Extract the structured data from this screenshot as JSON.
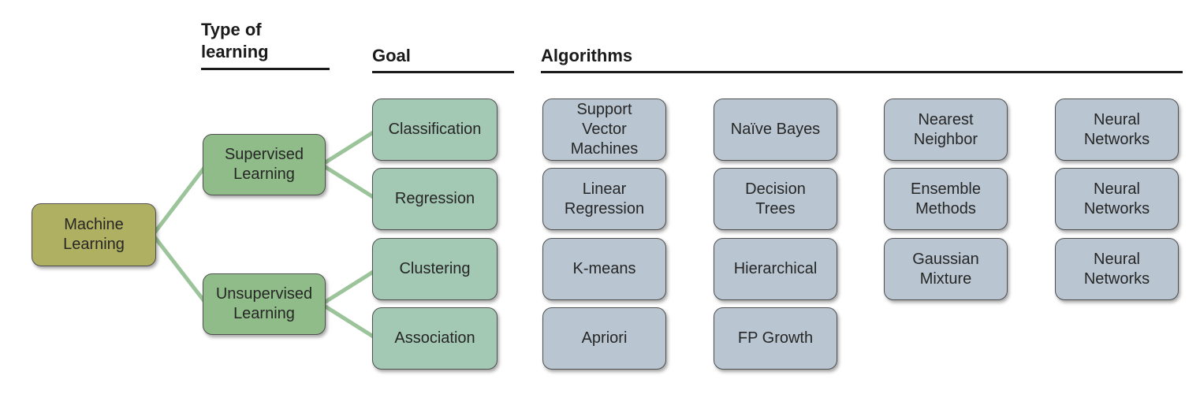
{
  "headers": {
    "type_of_learning": "Type of\nlearning",
    "goal": "Goal",
    "algorithms": "Algorithms"
  },
  "nodes": {
    "root": "Machine\nLearning",
    "learning_types": [
      "Supervised\nLearning",
      "Unsupervised\nLearning"
    ],
    "goals": [
      "Classification",
      "Regression",
      "Clustering",
      "Association"
    ],
    "algorithm_rows": [
      [
        "Support\nVector\nMachines",
        "Naïve Bayes",
        "Nearest\nNeighbor",
        "Neural\nNetworks"
      ],
      [
        "Linear\nRegression",
        "Decision\nTrees",
        "Ensemble\nMethods",
        "Neural\nNetworks"
      ],
      [
        "K-means",
        "Hierarchical",
        "Gaussian\nMixture",
        "Neural\nNetworks"
      ],
      [
        "Apriori",
        "FP Growth"
      ]
    ]
  },
  "colors": {
    "root_fill": "#b0b062",
    "learning_type_fill": "#8fbc88",
    "goal_fill": "#a3c8b3",
    "algorithm_fill": "#b9c6d1",
    "node_border": "#4f4f4f",
    "connector": "#9cc49a",
    "header_text": "#1a1a1a",
    "node_text": "#262626"
  }
}
